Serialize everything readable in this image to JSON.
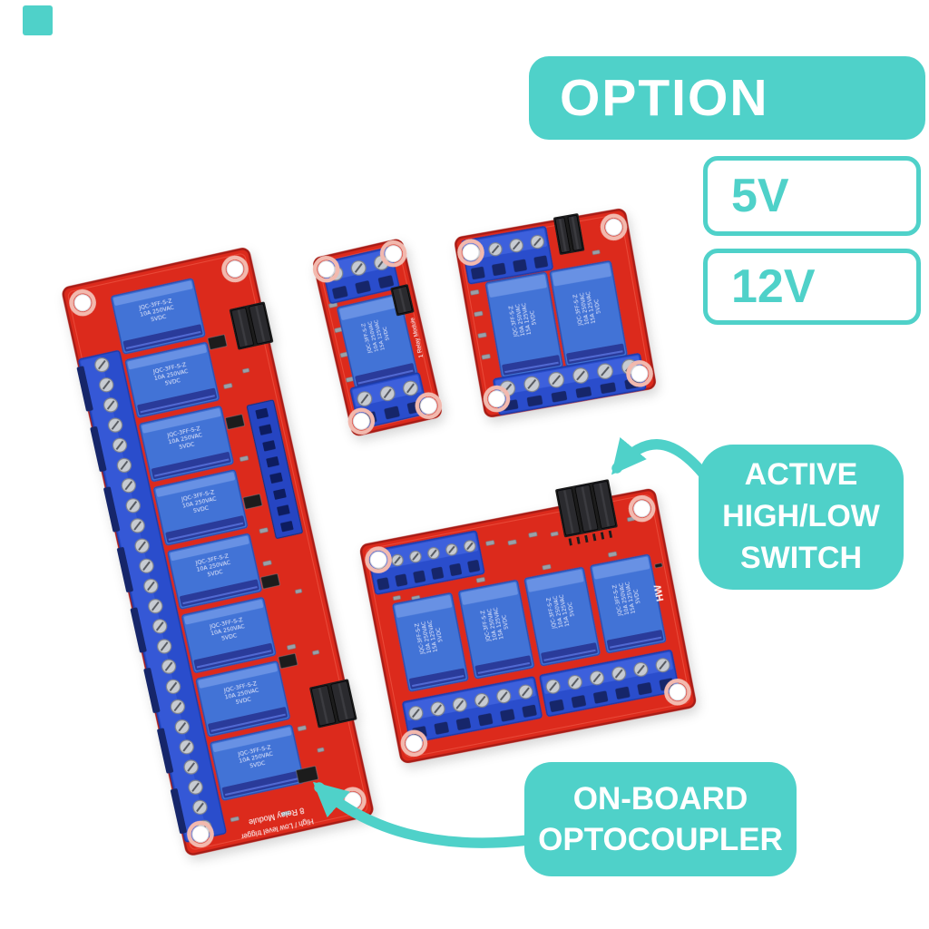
{
  "canvas": {
    "background": "#ffffff"
  },
  "colors": {
    "teal": "#4FD1C9",
    "teal_dark": "#3DBDB4",
    "pcb_red": "#DC2A1D",
    "pcb_red_dark": "#A81C12",
    "pcb_red_light": "#F4604F",
    "relay_blue": "#4273D6",
    "relay_blue_light": "#6E97E6",
    "relay_navy": "#2A3A9A",
    "terminal_blue": "#2B4ECC",
    "terminal_blue_dark": "#1C3AA8",
    "terminal_slot": "#17266B",
    "header_blue": "#2644C2",
    "screw_silver": "#C7CBD2",
    "screw_dark": "#54585F",
    "part_black": "#1B1B1D",
    "hole_ring": "#F2B9AE",
    "silk_white": "#FFFFFF"
  },
  "callouts": {
    "option": {
      "label": "OPTION"
    },
    "voltage_5v": {
      "label": "5V"
    },
    "voltage_12v": {
      "label": "12V"
    },
    "active_switch": {
      "line1": "ACTIVE",
      "line2": "HIGH/LOW",
      "line3": "SWITCH"
    },
    "optocoupler": {
      "line1": "ON-BOARD",
      "line2": "OPTOCOUPLER"
    }
  },
  "boards": {
    "relay8": {
      "channels": 8,
      "silk1": "8 Relay Module",
      "silk2": "High / Low level trigger"
    },
    "relay1": {
      "channels": 1,
      "silkscreen": "1 Relay Module"
    },
    "relay2": {
      "channels": 2
    },
    "relay4": {
      "channels": 4,
      "silkscreen": "HW"
    },
    "relay_marking": {
      "model": "JQC-3FF-S-Z",
      "rating1": "10A 250VAC",
      "rating2": "15A 125VAC",
      "coil": "5VDC"
    }
  }
}
